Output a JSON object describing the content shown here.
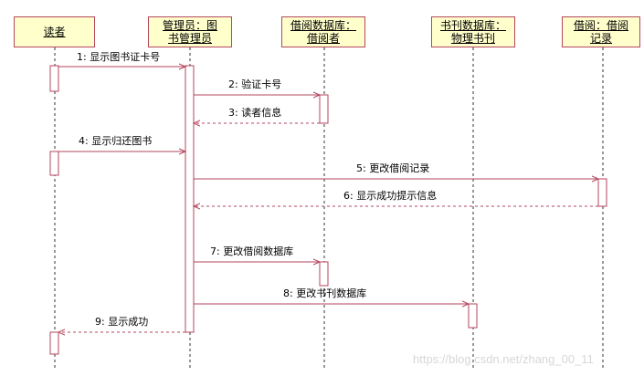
{
  "lifelines": [
    {
      "id": "reader",
      "lines": [
        "读者"
      ]
    },
    {
      "id": "librarian",
      "lines": [
        "管理员：图",
        "书管理员"
      ]
    },
    {
      "id": "borrow_db_reader",
      "lines": [
        "借阅数据库：",
        "借阅者"
      ]
    },
    {
      "id": "book_db",
      "lines": [
        "书刊数据库：",
        "物理书刊"
      ]
    },
    {
      "id": "borrow_record",
      "lines": [
        "借阅：借阅",
        "记录"
      ]
    }
  ],
  "messages": [
    {
      "label": "1: 显示图书证卡号",
      "from": "reader",
      "to": "librarian",
      "kind": "call"
    },
    {
      "label": "2: 验证卡号",
      "from": "librarian",
      "to": "borrow_db_reader",
      "kind": "call"
    },
    {
      "label": "3: 读者信息",
      "from": "borrow_db_reader",
      "to": "librarian",
      "kind": "return"
    },
    {
      "label": "4: 显示归还图书",
      "from": "reader",
      "to": "librarian",
      "kind": "call"
    },
    {
      "label": "5: 更改借阅记录",
      "from": "librarian",
      "to": "borrow_record",
      "kind": "call"
    },
    {
      "label": "6: 显示成功提示信息",
      "from": "borrow_record",
      "to": "librarian",
      "kind": "return"
    },
    {
      "label": "7: 更改借阅数据库",
      "from": "librarian",
      "to": "borrow_db_reader",
      "kind": "call"
    },
    {
      "label": "8: 更改书刊数据库",
      "from": "librarian",
      "to": "book_db",
      "kind": "call"
    },
    {
      "label": "9: 显示成功",
      "from": "librarian",
      "to": "reader",
      "kind": "return"
    }
  ],
  "watermark": "https://blog.csdn.net/zhang_00_11",
  "colors": {
    "lifeline_fill": "#ffffcc",
    "line": "#b5465d",
    "activation_fill": "#ffffff"
  }
}
